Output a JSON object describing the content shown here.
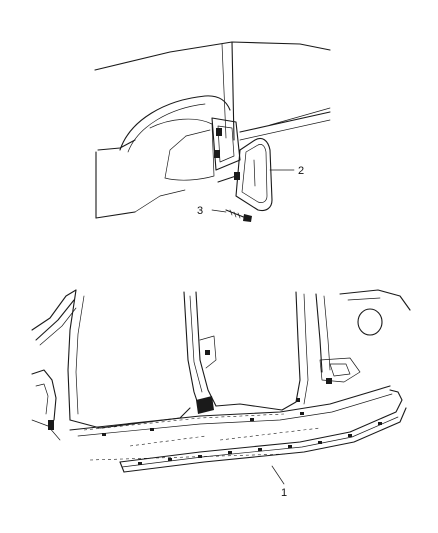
{
  "callouts": {
    "c1": "1",
    "c2": "2",
    "c3": "3"
  },
  "icons": [
    "vehicle-body-side-icon",
    "splash-shield-icon",
    "screw-fastener-icon",
    "sill-molding-icon"
  ]
}
